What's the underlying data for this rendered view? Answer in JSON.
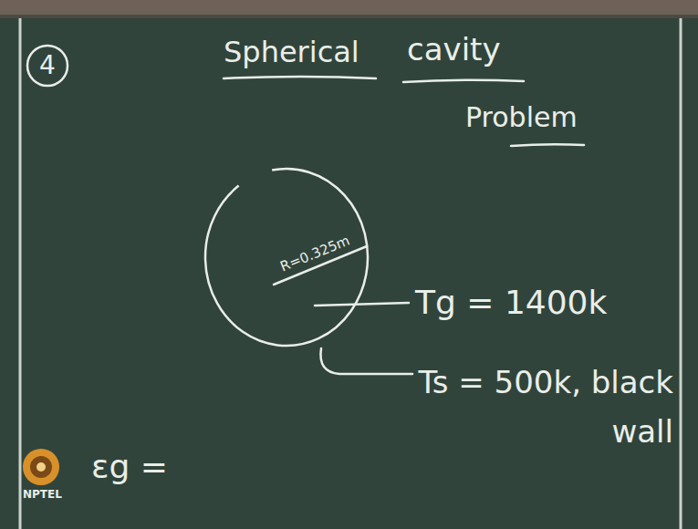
{
  "diagram": {
    "nodes": [
      {
        "text": [
          "4"
        ]
      },
      {
        "text": [
          "R=0.325m"
        ]
      }
    ],
    "labels": [
      "Spherical",
      "cavity",
      "Problem",
      "Tg = 1400k",
      "Ts = 500k, black wall",
      "εg =",
      "NPTEL"
    ]
  }
}
